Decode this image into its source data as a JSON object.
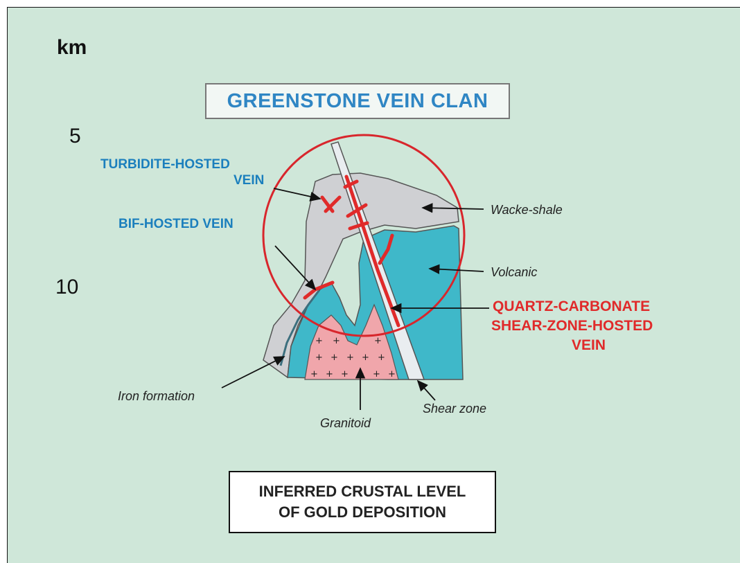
{
  "scale": {
    "unit": "km",
    "tick_5": "5",
    "tick_10": "10"
  },
  "title": "GREENSTONE VEIN CLAN",
  "labels": {
    "turbidite_line1": "TURBIDITE-HOSTED",
    "turbidite_line2": "VEIN",
    "bif": "BIF-HOSTED VEIN",
    "wacke": "Wacke-shale",
    "volcanic": "Volcanic",
    "qc_line1": "QUARTZ-CARBONATE",
    "qc_line2": "SHEAR-ZONE-HOSTED",
    "qc_line3": "VEIN",
    "iron": "Iron formation",
    "granitoid": "Granitoid",
    "shear": "Shear zone"
  },
  "bottom_box": {
    "line1": "INFERRED CRUSTAL LEVEL",
    "line2": "OF GOLD DEPOSITION"
  },
  "colors": {
    "background": "#cfe7d9",
    "wacke_shale": "#cfd0d3",
    "volcanic": "#3fb8c9",
    "granitoid": "#f0a6ab",
    "shear_zone": "#e9edf0",
    "vein_red": "#e02a2a",
    "label_blue": "#1b7fbd"
  }
}
